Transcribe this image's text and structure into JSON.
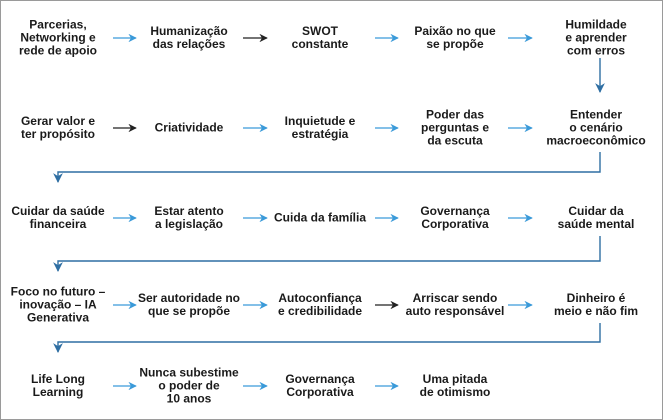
{
  "colors": {
    "arrow_blue": "#3a9ad9",
    "arrow_black": "#222222",
    "connector": "#2f6fa3",
    "text": "#1a1a1a",
    "border": "#9a9a9a"
  },
  "rows": [
    {
      "items": [
        "Parcerias,\nNetworking e\nrede de apoio",
        "Humanização\ndas relações",
        "SWOT\nconstante",
        "Paixão no que\nse propõe",
        "Humildade\ne aprender\ncom erros"
      ],
      "arrows": [
        "blue",
        "black",
        "blue",
        "blue"
      ]
    },
    {
      "items": [
        "Gerar valor e\nter propósito",
        "Criatividade",
        "Inquietude e\nestratégia",
        "Poder das\nperguntas e\nda escuta",
        "Entender\no cenário\nmacroeconômico"
      ],
      "arrows": [
        "black",
        "blue",
        "blue",
        "blue"
      ]
    },
    {
      "items": [
        "Cuidar da saúde\nfinanceira",
        "Estar atento\na legislação",
        "Cuida da família",
        "Governança\nCorporativa",
        "Cuidar da\nsaúde mental"
      ],
      "arrows": [
        "blue",
        "blue",
        "blue",
        "blue"
      ]
    },
    {
      "items": [
        "Foco no futuro –\ninovação – IA\nGenerativa",
        "Ser autoridade no\nque se propõe",
        "Autoconfiança\ne credibilidade",
        "Arriscar sendo\nauto responsável",
        "Dinheiro é\nmeio e não fim"
      ],
      "arrows": [
        "blue",
        "blue",
        "black",
        "blue"
      ]
    },
    {
      "items": [
        "Life Long\nLearning",
        "Nunca subestime\no poder de\n10 anos",
        "Governança\nCorporativa",
        "Uma pitada\nde otimismo"
      ],
      "arrows": [
        "blue",
        "blue",
        "blue"
      ]
    }
  ]
}
